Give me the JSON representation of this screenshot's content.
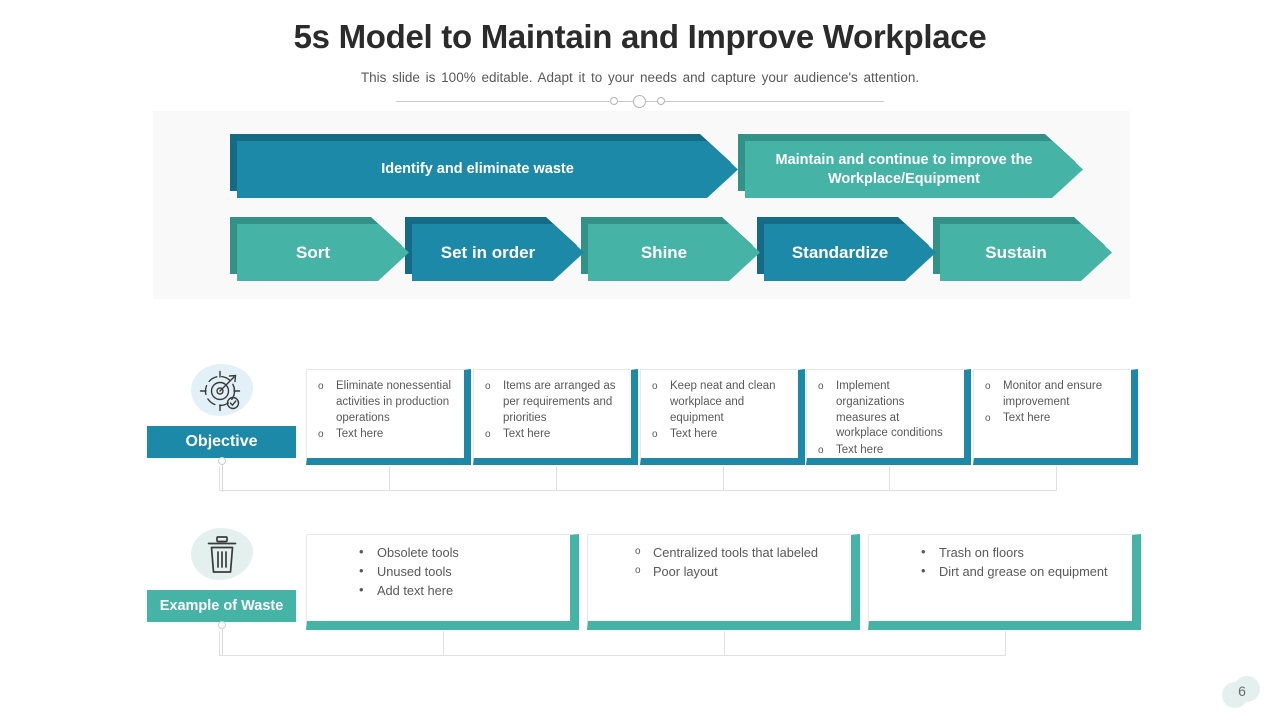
{
  "header": {
    "title": "5s Model to Maintain and Improve Workplace",
    "subtitle": "This slide is 100% editable. Adapt it to your needs and capture your audience's attention."
  },
  "colors": {
    "blue": "#1d89a8",
    "blue_dark": "#136b86",
    "teal": "#45b3a6",
    "teal_dark": "#339287",
    "panel_bg": "#f9f9f9",
    "text_body": "#595959",
    "title": "#2b2b2b"
  },
  "top_arrows": {
    "row1": [
      {
        "label": "Identify and eliminate waste",
        "color": "blue"
      },
      {
        "label": "Maintain and continue to improve the Workplace/Equipment",
        "color": "teal"
      }
    ],
    "row2": [
      {
        "label": "Sort",
        "color": "teal"
      },
      {
        "label": "Set in order",
        "color": "blue"
      },
      {
        "label": "Shine",
        "color": "teal"
      },
      {
        "label": "Standardize",
        "color": "blue"
      },
      {
        "label": "Sustain",
        "color": "teal"
      }
    ]
  },
  "sections": [
    {
      "key": "objective",
      "label": "Objective",
      "icon": "target-arrow-icon",
      "accent": "#1d89a8",
      "cards": [
        {
          "bullet": "circle",
          "items": [
            "Eliminate nonessential activities in production operations",
            "Text here"
          ]
        },
        {
          "bullet": "circle",
          "items": [
            "Items are arranged as per requirements and priorities",
            "Text here"
          ]
        },
        {
          "bullet": "circle",
          "items": [
            "Keep neat and clean workplace and equipment",
            "Text here"
          ]
        },
        {
          "bullet": "circle",
          "items": [
            "Implement organizations measures at workplace conditions",
            "Text here"
          ]
        },
        {
          "bullet": "circle",
          "items": [
            "Monitor and ensure improvement",
            "Text here"
          ]
        }
      ]
    },
    {
      "key": "example-of-waste",
      "label": "Example of Waste",
      "icon": "trash-bin-icon",
      "accent": "#45b3a6",
      "cards": [
        {
          "bullet": "disc",
          "items": [
            "Obsolete tools",
            "Unused tools",
            "Add text here"
          ]
        },
        {
          "bullet": "circle",
          "items": [
            "Centralized tools that labeled",
            "Poor layout"
          ]
        },
        {
          "bullet": "disc",
          "items": [
            "Trash on floors",
            "Dirt and grease on equipment"
          ]
        }
      ]
    }
  ],
  "footer": {
    "page_number": "6"
  },
  "bullets": {
    "circle": "o",
    "disc": "•"
  }
}
